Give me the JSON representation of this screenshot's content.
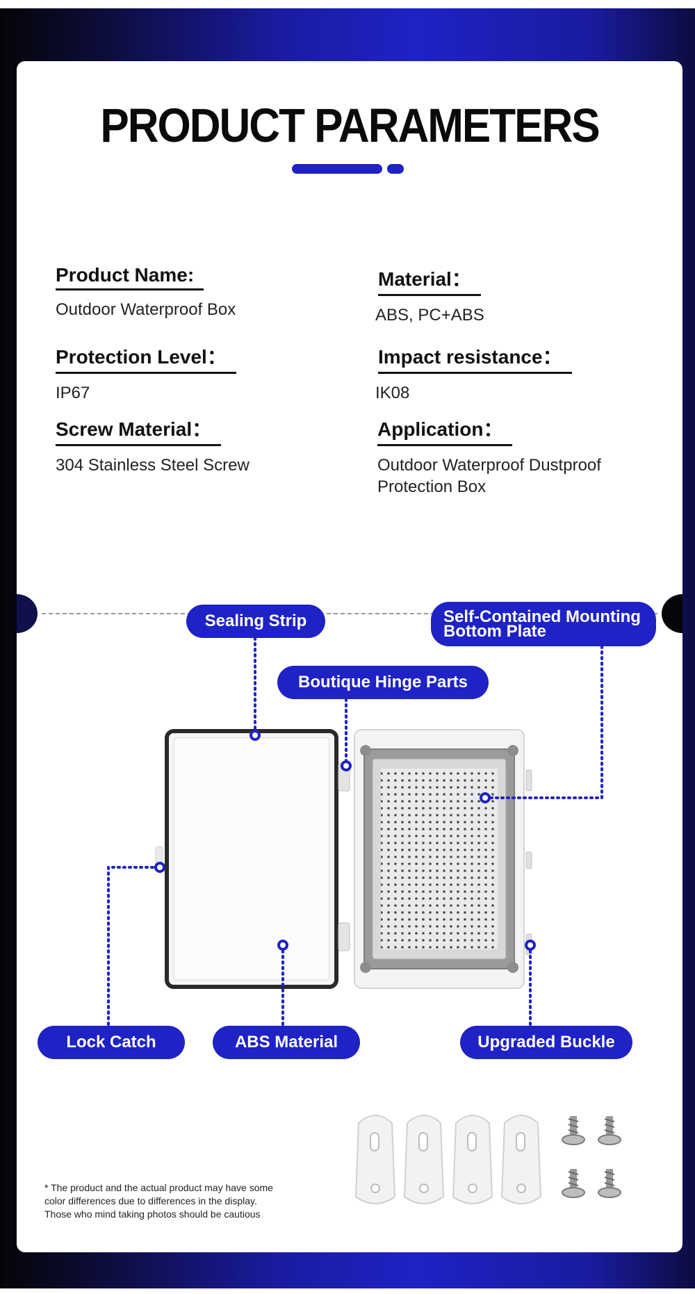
{
  "header": {
    "title": "PRODUCT PARAMETERS"
  },
  "parameters": [
    {
      "label": "Product Name:",
      "value": "Outdoor Waterproof Box"
    },
    {
      "label": "Material：",
      "value": "ABS, PC+ABS"
    },
    {
      "label": "Protection Level：",
      "value": "IP67"
    },
    {
      "label": "Impact resistance：",
      "value": "IK08"
    },
    {
      "label": "Screw Material：",
      "value": "304 Stainless Steel Screw"
    },
    {
      "label": "Application：",
      "value": "Outdoor Waterproof Dustproof Protection Box"
    }
  ],
  "callouts": {
    "sealing_strip": "Sealing Strip",
    "mounting_plate_line1": "Self-Contained Mounting",
    "mounting_plate_line2": "Bottom Plate",
    "hinge_parts": "Boutique Hinge Parts",
    "lock_catch": "Lock Catch",
    "abs_material": "ABS Material",
    "upgraded_buckle": "Upgraded Buckle"
  },
  "footnote": {
    "line1": "* The product and the actual product may have some",
    "line2": "color differences due to differences in  the display.",
    "line3": "Those who mind taking photos should be cautious"
  },
  "colors": {
    "accent": "#1f22c4",
    "background_dark": "#0b0b30",
    "card": "#ffffff"
  }
}
